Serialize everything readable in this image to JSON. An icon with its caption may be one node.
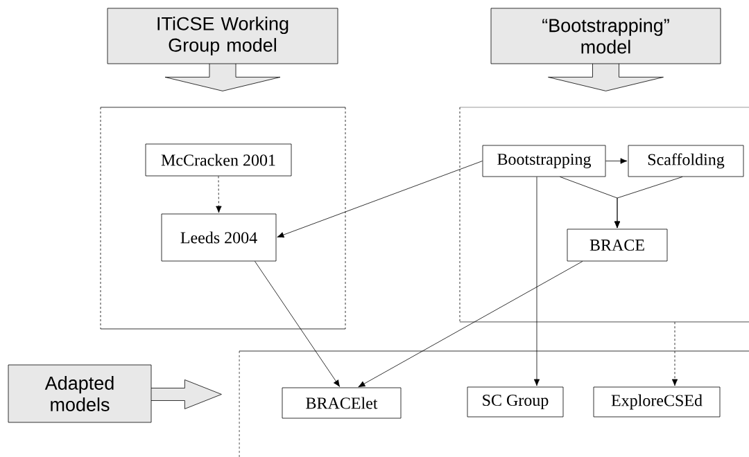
{
  "diagram": {
    "nodes": [
      {
        "text": [
          "ITiCSE Working Group model"
        ]
      },
      {
        "text": [
          "“Bootstrapping” model"
        ]
      },
      {
        "text": [],
        "shape": "box"
      },
      {
        "text": [
          "McCracken 2001"
        ],
        "in": 2
      },
      {
        "text": [
          "Leeds 2004"
        ],
        "in": 2
      },
      {
        "text": [],
        "shape": "box"
      },
      {
        "text": [
          "Bootstrapping"
        ],
        "in": 5
      },
      {
        "text": [
          "Scaffolding"
        ],
        "in": 5
      },
      {
        "text": [
          "BRACE"
        ],
        "in": 5
      },
      {
        "text": [
          "Adapted models"
        ]
      },
      {
        "text": [],
        "shape": "box"
      },
      {
        "text": [
          "BRACElet"
        ],
        "in": 10
      },
      {
        "text": [
          "SC Group"
        ],
        "in": 10
      },
      {
        "text": [
          "ExploreCSEd"
        ],
        "in": 10
      }
    ],
    "edges": [
      {
        "from": 3,
        "to": 4,
        "arrow": "to",
        "style": "dashed"
      },
      {
        "from": 6,
        "to": 4,
        "arrow": "to"
      },
      {
        "from": 6,
        "to": 7,
        "arrow": "to"
      },
      {
        "from": 6,
        "to": 8,
        "arrow": "to"
      },
      {
        "from": 7,
        "to": 8,
        "arrow": "to"
      },
      {
        "from": 4,
        "to": 11,
        "arrow": "to"
      },
      {
        "from": 8,
        "to": 11,
        "arrow": "to"
      },
      {
        "from": 6,
        "to": 12,
        "arrow": "to"
      },
      {
        "from": 5,
        "to": 13,
        "arrow": "to",
        "style": "dashed"
      }
    ]
  }
}
